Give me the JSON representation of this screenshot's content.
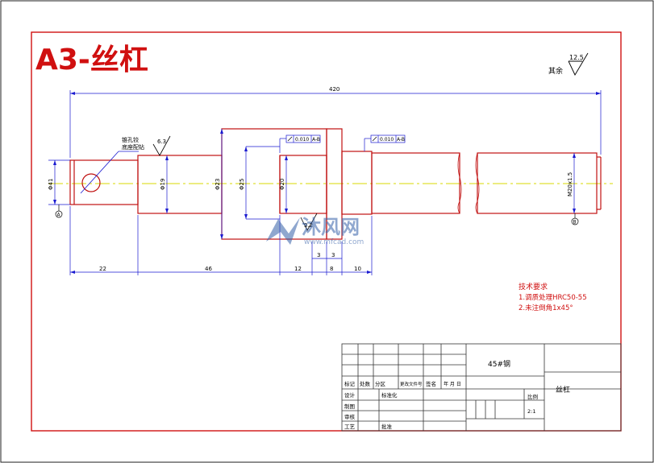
{
  "title": "A3-丝杠",
  "roughness": {
    "prefix": "其余",
    "value": "12.5"
  },
  "dims": {
    "overall": "420",
    "seg22": "22",
    "seg46": "46",
    "seg12": "12",
    "seg8": "8",
    "seg10": "10",
    "seg3a": "3",
    "seg3b": "3",
    "dia41": "Φ41",
    "dia19": "Φ19",
    "dia23": "Φ23",
    "dia25": "Φ25",
    "dia20": "Φ20",
    "thread": "M20x1.5",
    "rough63": "6.3",
    "rough32": "3.2"
  },
  "leader_note": [
    "锥孔铰",
    "底座配钻"
  ],
  "tolerances": [
    {
      "value": "0.010",
      "datum": "A-B"
    },
    {
      "value": "0.010",
      "datum": "A-B"
    }
  ],
  "datums": [
    "A",
    "B"
  ],
  "tech": {
    "heading": "技术要求",
    "items": [
      "1.调质处理HRC50-55",
      "2.未注倒角1x45°"
    ]
  },
  "titleblock": {
    "material": "45#钢",
    "part_name": "丝杠",
    "header_cells": [
      "标记",
      "处数",
      "分区",
      "更改文件号",
      "签名",
      "年 月 日"
    ],
    "rows": [
      "设计",
      "制图",
      "审核",
      "工艺"
    ],
    "std": "标准化",
    "approve": "批准",
    "scale_label": "比例",
    "scale_value": "2:1"
  },
  "watermark": {
    "cn": "沐风网",
    "url": "www.mfcad.com"
  },
  "colors": {
    "frame": "#d01010",
    "dim": "#1a1ad0",
    "centerline": "#d8d800",
    "text_red": "#d01010",
    "watermark": "#3560a8"
  }
}
